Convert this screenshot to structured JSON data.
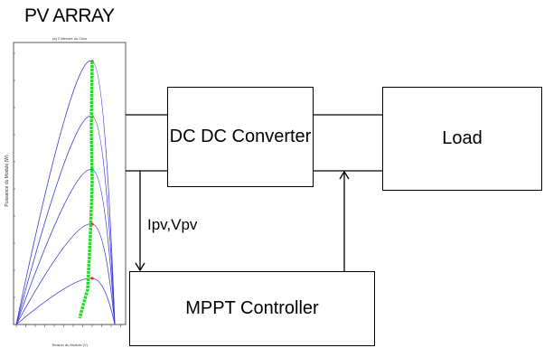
{
  "title": "PV ARRAY",
  "blocks": {
    "dcdc": "DC DC Converter",
    "load": "Load",
    "mppt": "MPPT Controller"
  },
  "signal_label": "Ipv,Vpv",
  "plot": {
    "title": "(a) 2 Mesure du Ciclo",
    "ylabel": "Puissance du Module (W)",
    "xlabel": "Tension du Module (V)",
    "colors": {
      "curve": "#3b3bd9",
      "mpp_path": "#22dd22",
      "mpp": "#ff2222"
    }
  }
}
